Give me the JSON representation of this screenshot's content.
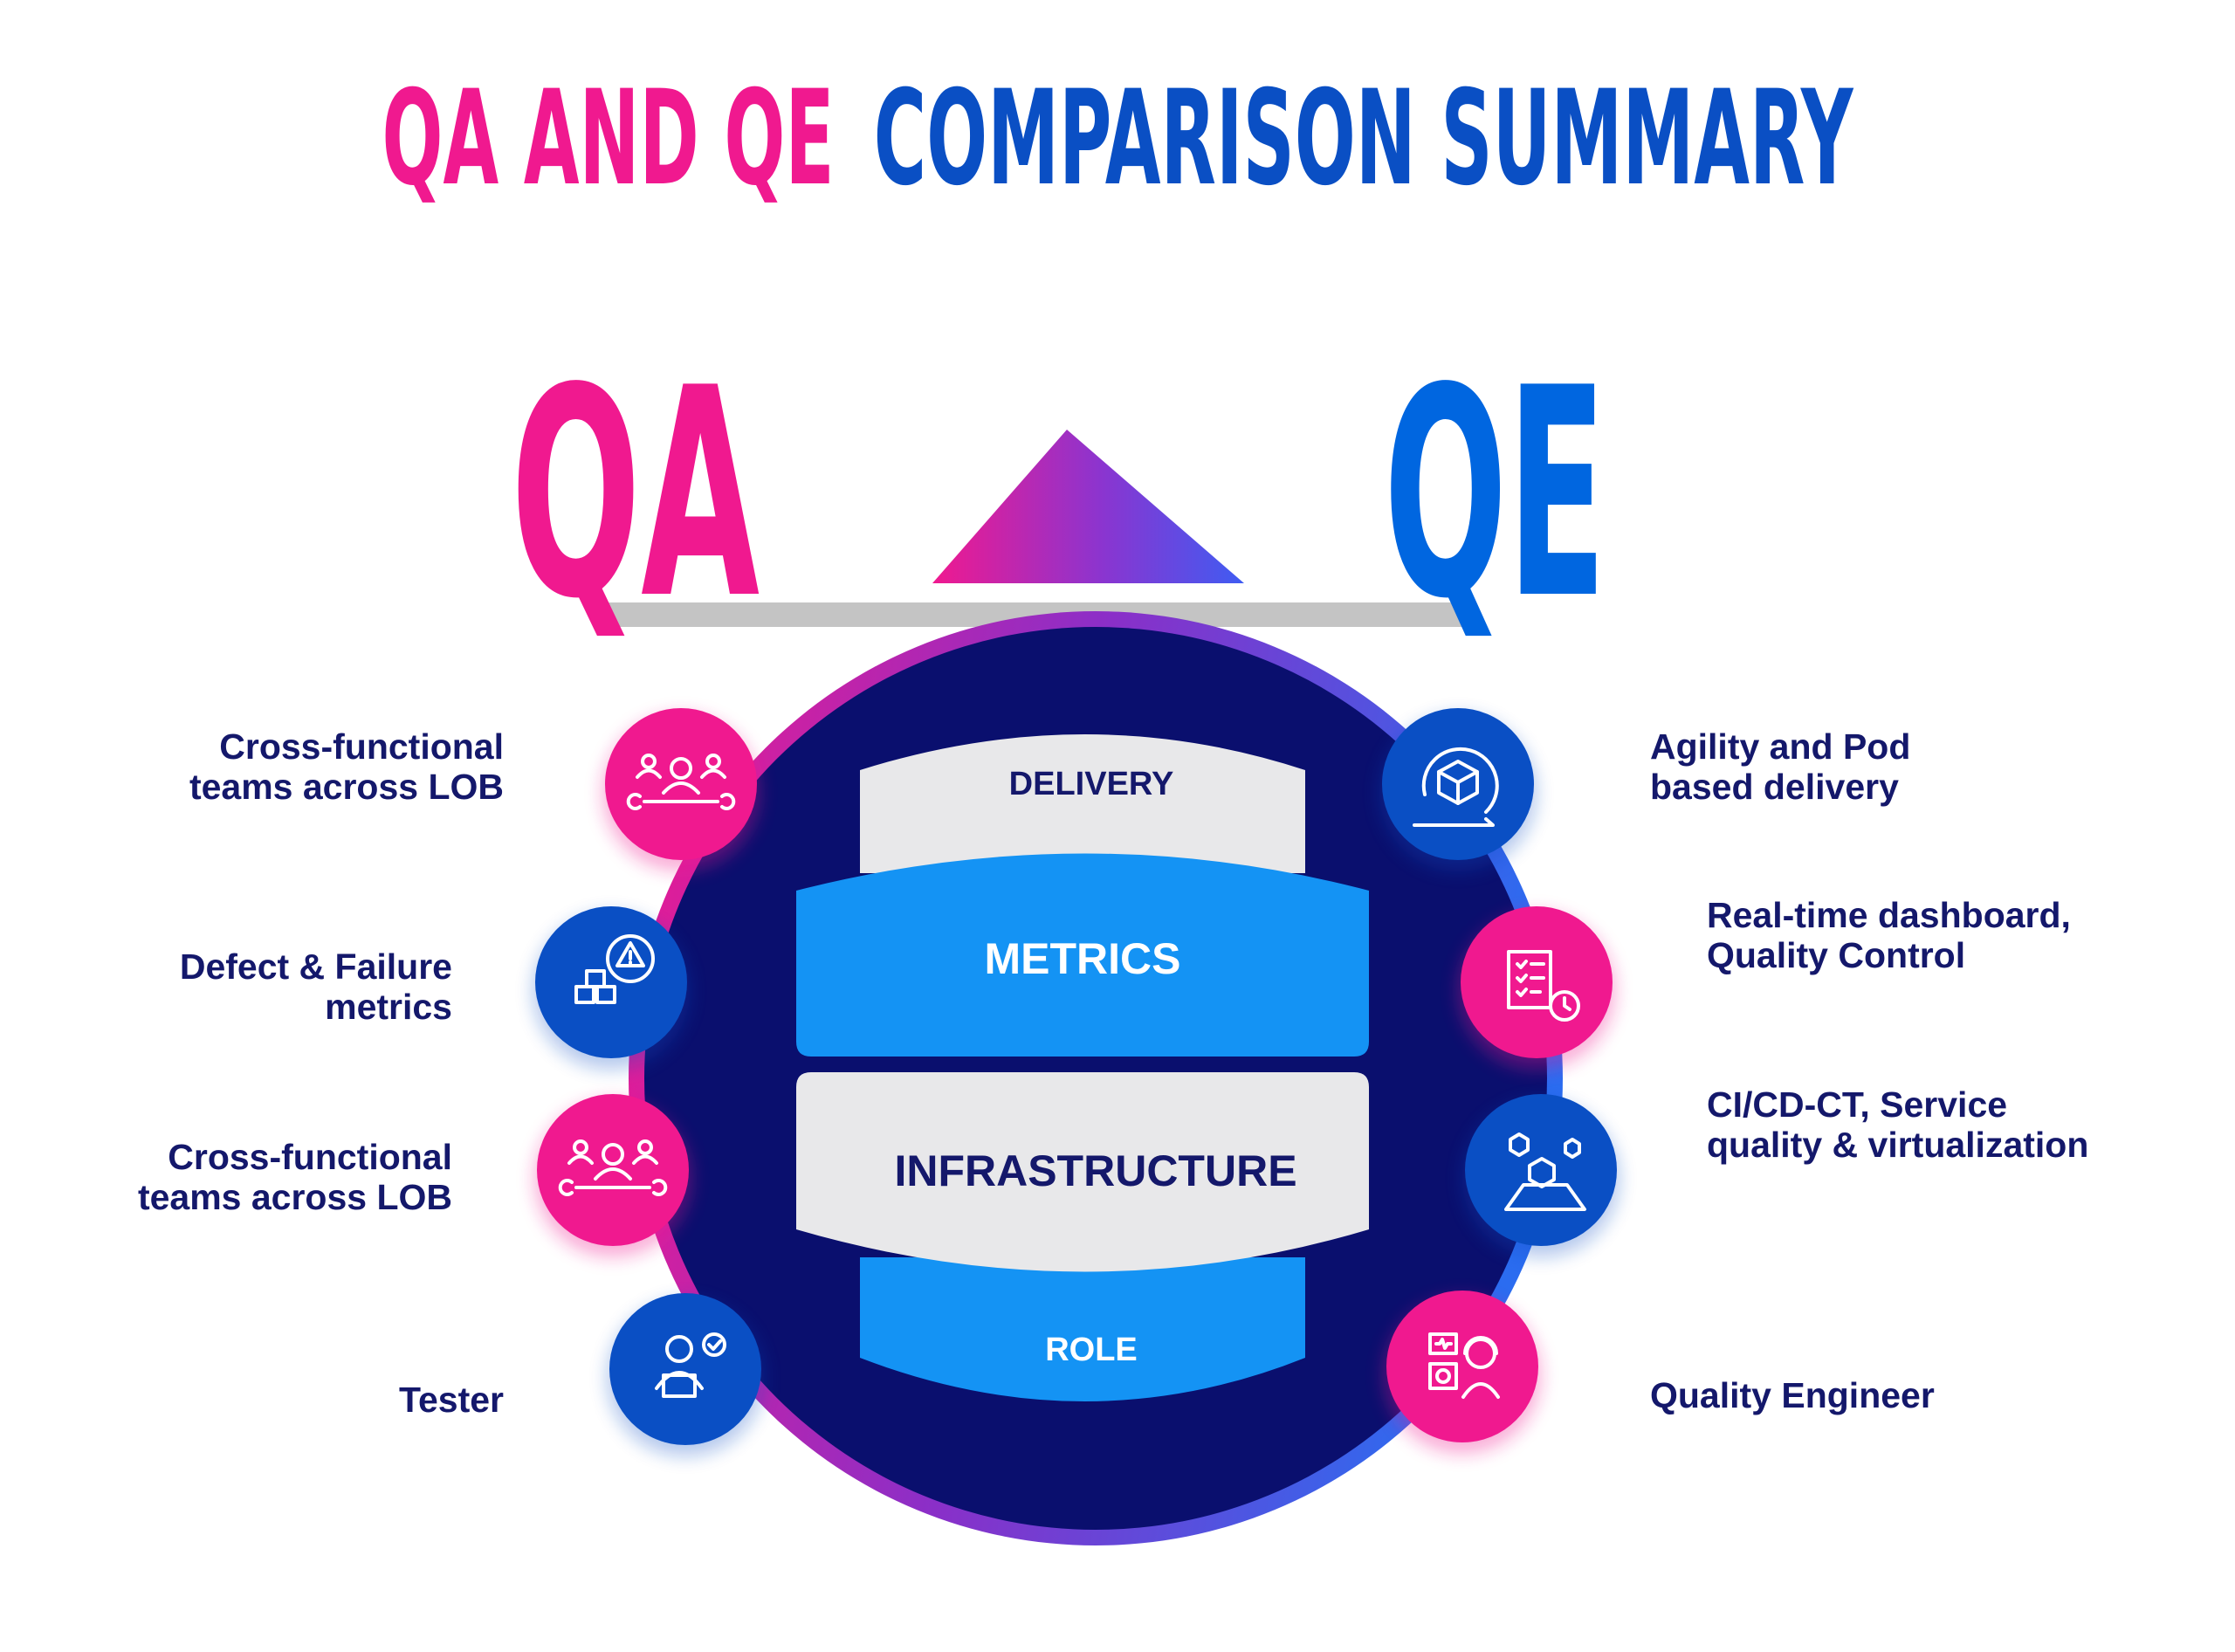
{
  "title": {
    "part1": "QA AND QE",
    "part2": "COMPARISON SUMMARY"
  },
  "scale": {
    "left_letter": "QA",
    "right_letter": "QE"
  },
  "layers": {
    "delivery": "DELIVERY",
    "metrics": "METRICS",
    "infrastructure": "INFRASTRUCTURE",
    "role": "ROLE"
  },
  "qa_items": [
    {
      "line1": "Cross-functional",
      "line2": "teams across LOB",
      "icon": "team-tools-icon"
    },
    {
      "line1": "Defect & Failure",
      "line2": "metrics",
      "icon": "warning-boxes-icon"
    },
    {
      "line1": "Cross-functional",
      "line2": "teams across LOB",
      "icon": "team-tools-icon"
    },
    {
      "line1": "Tester",
      "line2": "",
      "icon": "tester-laptop-icon"
    }
  ],
  "qe_items": [
    {
      "line1": "Agility and Pod",
      "line2": "based delivery",
      "icon": "cycle-cube-icon"
    },
    {
      "line1": "Real-time dashboard,",
      "line2": "Quality Control",
      "icon": "checklist-clock-icon"
    },
    {
      "line1": "CI/CD-CT, Service",
      "line2": "quality & virtualization",
      "icon": "cubes-platform-icon"
    },
    {
      "line1": "Quality Engineer",
      "line2": "",
      "icon": "engineer-headset-icon"
    }
  ],
  "colors": {
    "pink": "#f0198f",
    "blue": "#0a4fc4",
    "bright_blue": "#0066e0",
    "navy": "#0a0f6e",
    "layer_light": "#e8e8ea",
    "layer_blue": "#1493f4",
    "bar_gray": "#c4c4c4",
    "label_navy": "#14186b"
  }
}
